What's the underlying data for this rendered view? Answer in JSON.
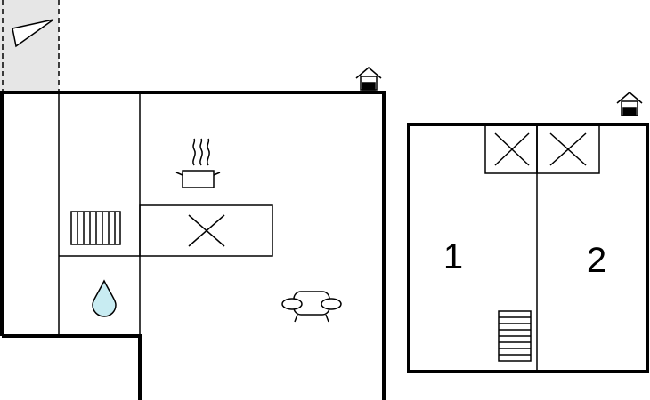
{
  "floorplan": {
    "rooms": [
      {
        "id": "bedroom-1",
        "label": "1"
      },
      {
        "id": "bedroom-2",
        "label": "2"
      }
    ],
    "icons": [
      "terrace-arrow-icon",
      "entrance-house-icon",
      "radiator-icon",
      "cooking-pot-icon",
      "kitchen-counter-icon",
      "water-drop-icon",
      "sofa-icon",
      "bed-icon",
      "staircase-icon"
    ],
    "colors": {
      "wall": "#000000",
      "terrace_fill": "#e6e6e6",
      "water": "#c8ecf2"
    }
  }
}
